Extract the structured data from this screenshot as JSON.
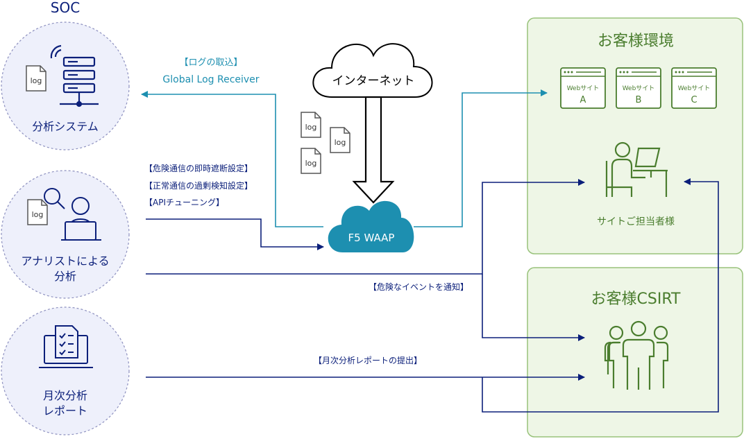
{
  "soc": {
    "title": "SOC",
    "analysis_system": "分析システム",
    "analyst_line1": "アナリストによる",
    "analyst_line2": "分析",
    "report_line1": "月次分析",
    "report_line2": "レポート"
  },
  "log_icon_text": "log",
  "log_ingest": {
    "label": "【ログの取込】",
    "sublabel": "Global Log Receiver"
  },
  "tuning_labels": [
    "【危険通信の即時遮断設定】",
    "【正常通信の過剰検知設定】",
    "【APIチューニング】"
  ],
  "internet_label": "インターネット",
  "waap_label": "F5 WAAP",
  "notify_label": "【危険なイベントを通知】",
  "report_label": "【月次分析レポートの提出】",
  "customer_env": {
    "title": "お客様環境",
    "sites": [
      {
        "line1": "Webサイト",
        "line2": "A"
      },
      {
        "line1": "Webサイト",
        "line2": "B"
      },
      {
        "line1": "Webサイト",
        "line2": "C"
      }
    ],
    "admin_label": "サイトご担当者様"
  },
  "customer_csirt": {
    "title": "お客様CSIRT"
  },
  "colors": {
    "navy": "#0b1f7a",
    "teal": "#1d8fb0",
    "green": "#4a7d2e",
    "green_border": "#98c27a",
    "green_fill": "#eef6e6",
    "soc_circle_fill": "#eef0fb",
    "soc_circle_border": "#8d90bf"
  }
}
